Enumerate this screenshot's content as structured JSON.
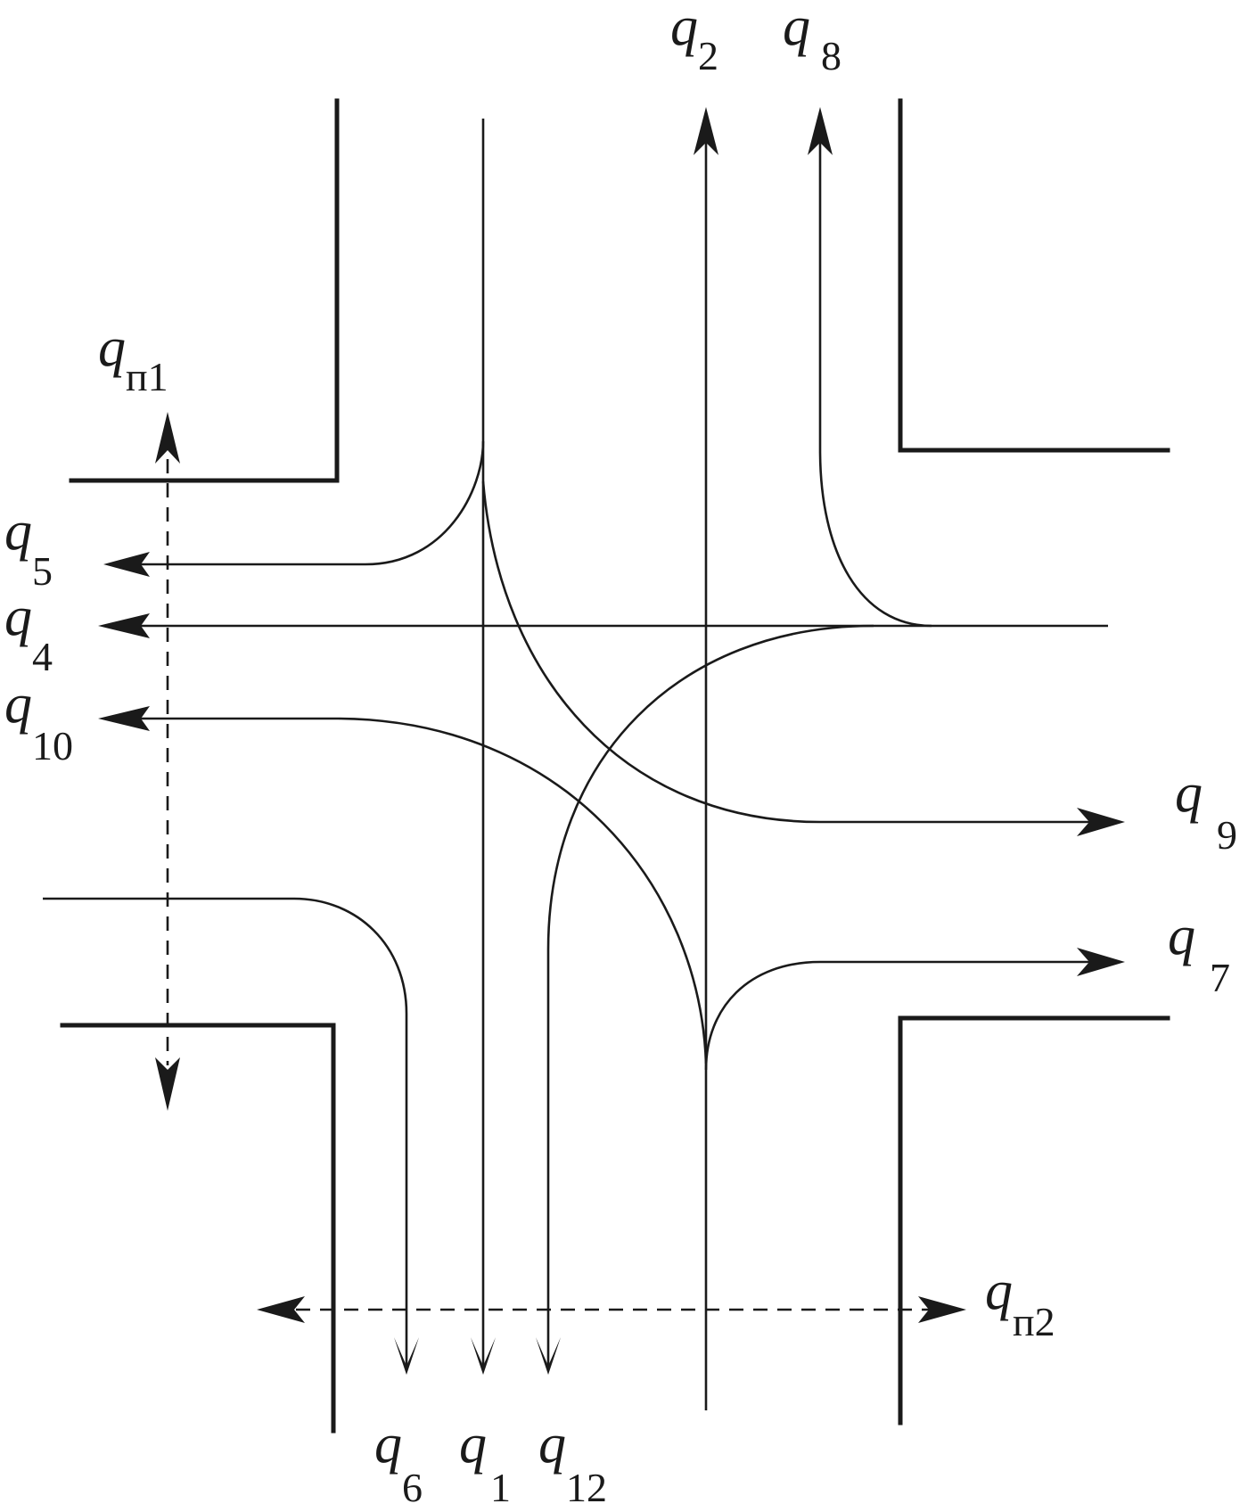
{
  "diagram": {
    "flows": {
      "q1": {
        "symbol": "q",
        "index": "1"
      },
      "q2": {
        "symbol": "q",
        "index": "2"
      },
      "q4": {
        "symbol": "q",
        "index": "4"
      },
      "q5": {
        "symbol": "q",
        "index": "5"
      },
      "q6": {
        "symbol": "q",
        "index": "6"
      },
      "q7": {
        "symbol": "q",
        "index": "7"
      },
      "q8": {
        "symbol": "q",
        "index": "8"
      },
      "q9": {
        "symbol": "q",
        "index": "9"
      },
      "q10": {
        "symbol": "q",
        "index": "10"
      },
      "q12": {
        "symbol": "q",
        "index": "12"
      }
    },
    "pedestrian_flows": {
      "qp1": {
        "symbol": "q",
        "index": "п1"
      },
      "qp2": {
        "symbol": "q",
        "index": "п2"
      }
    }
  }
}
